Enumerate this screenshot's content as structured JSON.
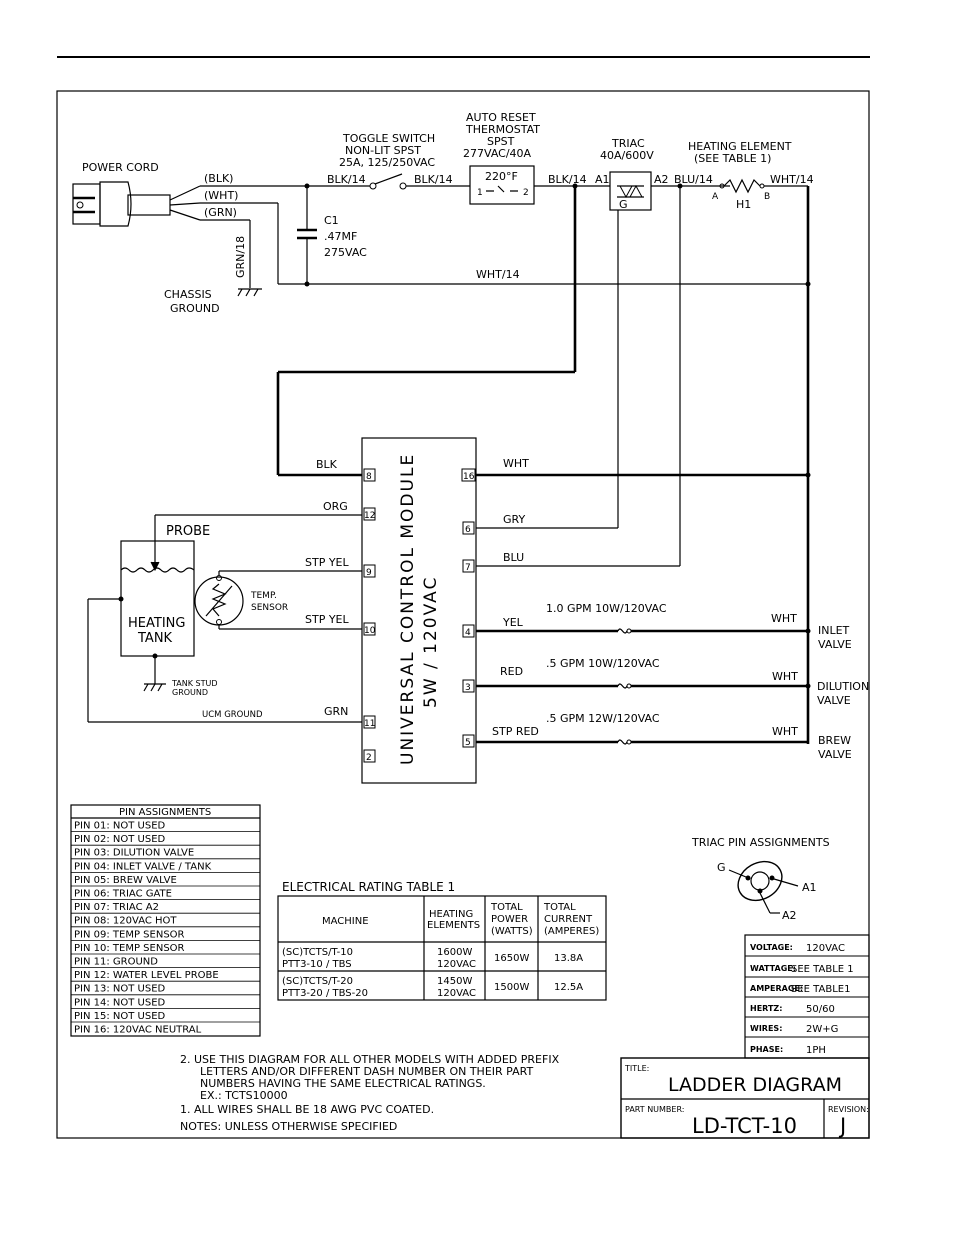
{
  "power_cord": {
    "label": "POWER CORD",
    "wires": [
      "(BLK)",
      "(WHT)",
      "(GRN)"
    ],
    "grn_wire": "GRN/18",
    "chassis_ground": [
      "CHASSIS",
      "GROUND"
    ]
  },
  "toggle_switch": {
    "lines": [
      "TOGGLE SWITCH",
      "NON-LIT SPST",
      "25A, 125/250VAC"
    ],
    "wire_in": "BLK/14",
    "wire_out": "BLK/14"
  },
  "thermostat": {
    "lines": [
      "AUTO RESET",
      "THERMOSTAT",
      "SPST",
      "277VAC/40A"
    ],
    "setting": "220°F",
    "term1": "1",
    "term2": "2",
    "wire_out": "BLK/14"
  },
  "capacitor": {
    "lines": [
      "C1",
      ".47MF",
      "275VAC"
    ]
  },
  "neutral_wire": "WHT/14",
  "triac": {
    "lines": [
      "TRIAC",
      "40A/600V"
    ],
    "a1": "A1",
    "a2": "A2",
    "g": "G",
    "wire_out": "BLU/14"
  },
  "heating_element": {
    "lines": [
      "HEATING ELEMENT",
      "(SEE TABLE 1)"
    ],
    "a": "A",
    "b": "B",
    "h1": "H1",
    "wire_out": "WHT/14"
  },
  "ucm": {
    "label_1": "UNIVERSAL CONTROL MODULE",
    "label_2": "5W / 120VAC",
    "pins_left": [
      {
        "pin": "8",
        "wire": "BLK"
      },
      {
        "pin": "12",
        "wire": "ORG"
      },
      {
        "pin": "9",
        "wire": "STP YEL"
      },
      {
        "pin": "10",
        "wire": "STP YEL"
      },
      {
        "pin": "11",
        "wire": "GRN"
      },
      {
        "pin": "2",
        "wire": ""
      }
    ],
    "pins_right": [
      {
        "pin": "16",
        "wire": "WHT"
      },
      {
        "pin": "6",
        "wire": "GRY"
      },
      {
        "pin": "7",
        "wire": "BLU"
      },
      {
        "pin": "4",
        "wire": "YEL"
      },
      {
        "pin": "3",
        "wire": "RED"
      },
      {
        "pin": "5",
        "wire": "STP RED"
      }
    ]
  },
  "valves": [
    {
      "coil": "1.0  GPM  10W/120VAC",
      "wire": "WHT",
      "name": [
        "INLET",
        "VALVE"
      ]
    },
    {
      "coil": ".5  GPM  10W/120VAC",
      "wire": "WHT",
      "name": [
        "DILUTION",
        "VALVE"
      ]
    },
    {
      "coil": ".5  GPM  12W/120VAC",
      "wire": "WHT",
      "name": [
        "BREW",
        "VALVE"
      ]
    }
  ],
  "tank": {
    "probe": "PROBE",
    "name": [
      "HEATING",
      "TANK"
    ],
    "temp_sensor": [
      "TEMP.",
      "SENSOR"
    ],
    "stud_ground": [
      "TANK STUD",
      "GROUND"
    ],
    "ucm_ground": "UCM GROUND"
  },
  "pin_assignments": {
    "title": "PIN ASSIGNMENTS",
    "rows": [
      "PIN 01: NOT USED",
      "PIN 02: NOT USED",
      "PIN 03: DILUTION VALVE",
      "PIN 04: INLET VALVE / TANK",
      "PIN 05: BREW VALVE",
      "PIN 06: TRIAC GATE",
      "PIN 07: TRIAC A2",
      "PIN 08: 120VAC HOT",
      "PIN 09: TEMP SENSOR",
      "PIN 10: TEMP SENSOR",
      "PIN 11: GROUND",
      "PIN 12: WATER LEVEL PROBE",
      "PIN 13: NOT USED",
      "PIN 14: NOT USED",
      "PIN 15: NOT USED",
      "PIN 16: 120VAC NEUTRAL"
    ]
  },
  "rating_table": {
    "title": "ELECTRICAL RATING TABLE 1",
    "headers": {
      "machine": "MACHINE",
      "heating": [
        "HEATING",
        "ELEMENTS"
      ],
      "power": [
        "TOTAL",
        "POWER",
        "(WATTS)"
      ],
      "current": [
        "TOTAL",
        "CURRENT",
        "(AMPERES)"
      ]
    },
    "rows": [
      {
        "machine": [
          "(SC)TCTS/T-10",
          "PTT3-10 / TBS"
        ],
        "heating": [
          "1600W",
          "120VAC"
        ],
        "power": "1650W",
        "current": "13.8A"
      },
      {
        "machine": [
          "(SC)TCTS/T-20",
          "PTT3-20 / TBS-20"
        ],
        "heating": [
          "1450W",
          "120VAC"
        ],
        "power": "1500W",
        "current": "12.5A"
      }
    ]
  },
  "triac_pins": {
    "title": "TRIAC PIN ASSIGNMENTS",
    "g": "G",
    "a1": "A1",
    "a2": "A2"
  },
  "specs": [
    {
      "label": "VOLTAGE:",
      "value": "120VAC"
    },
    {
      "label": "WATTAGE:",
      "value": "SEE  TABLE  1"
    },
    {
      "label": "AMPERAGE:",
      "value": "SEE  TABLE1"
    },
    {
      "label": "HERTZ:",
      "value": "50/60"
    },
    {
      "label": "WIRES:",
      "value": "2W+G"
    },
    {
      "label": "PHASE:",
      "value": "1PH"
    }
  ],
  "notes": {
    "note2": [
      "2. USE THIS DIAGRAM FOR ALL OTHER MODELS WITH ADDED PREFIX",
      "LETTERS AND/OR DIFFERENT DASH NUMBER ON THEIR PART",
      "NUMBERS HAVING THE SAME ELECTRICAL RATINGS.",
      "EX.: TCTS10000"
    ],
    "note1": "1. ALL WIRES SHALL BE 18 AWG PVC COATED.",
    "header": "NOTES: UNLESS OTHERWISE SPECIFIED"
  },
  "title_block": {
    "title_label": "TITLE:",
    "title": "LADDER  DIAGRAM",
    "part_label": "PART NUMBER:",
    "part": "LD-TCT-10",
    "rev_label": "REVISION:",
    "rev": "J"
  }
}
